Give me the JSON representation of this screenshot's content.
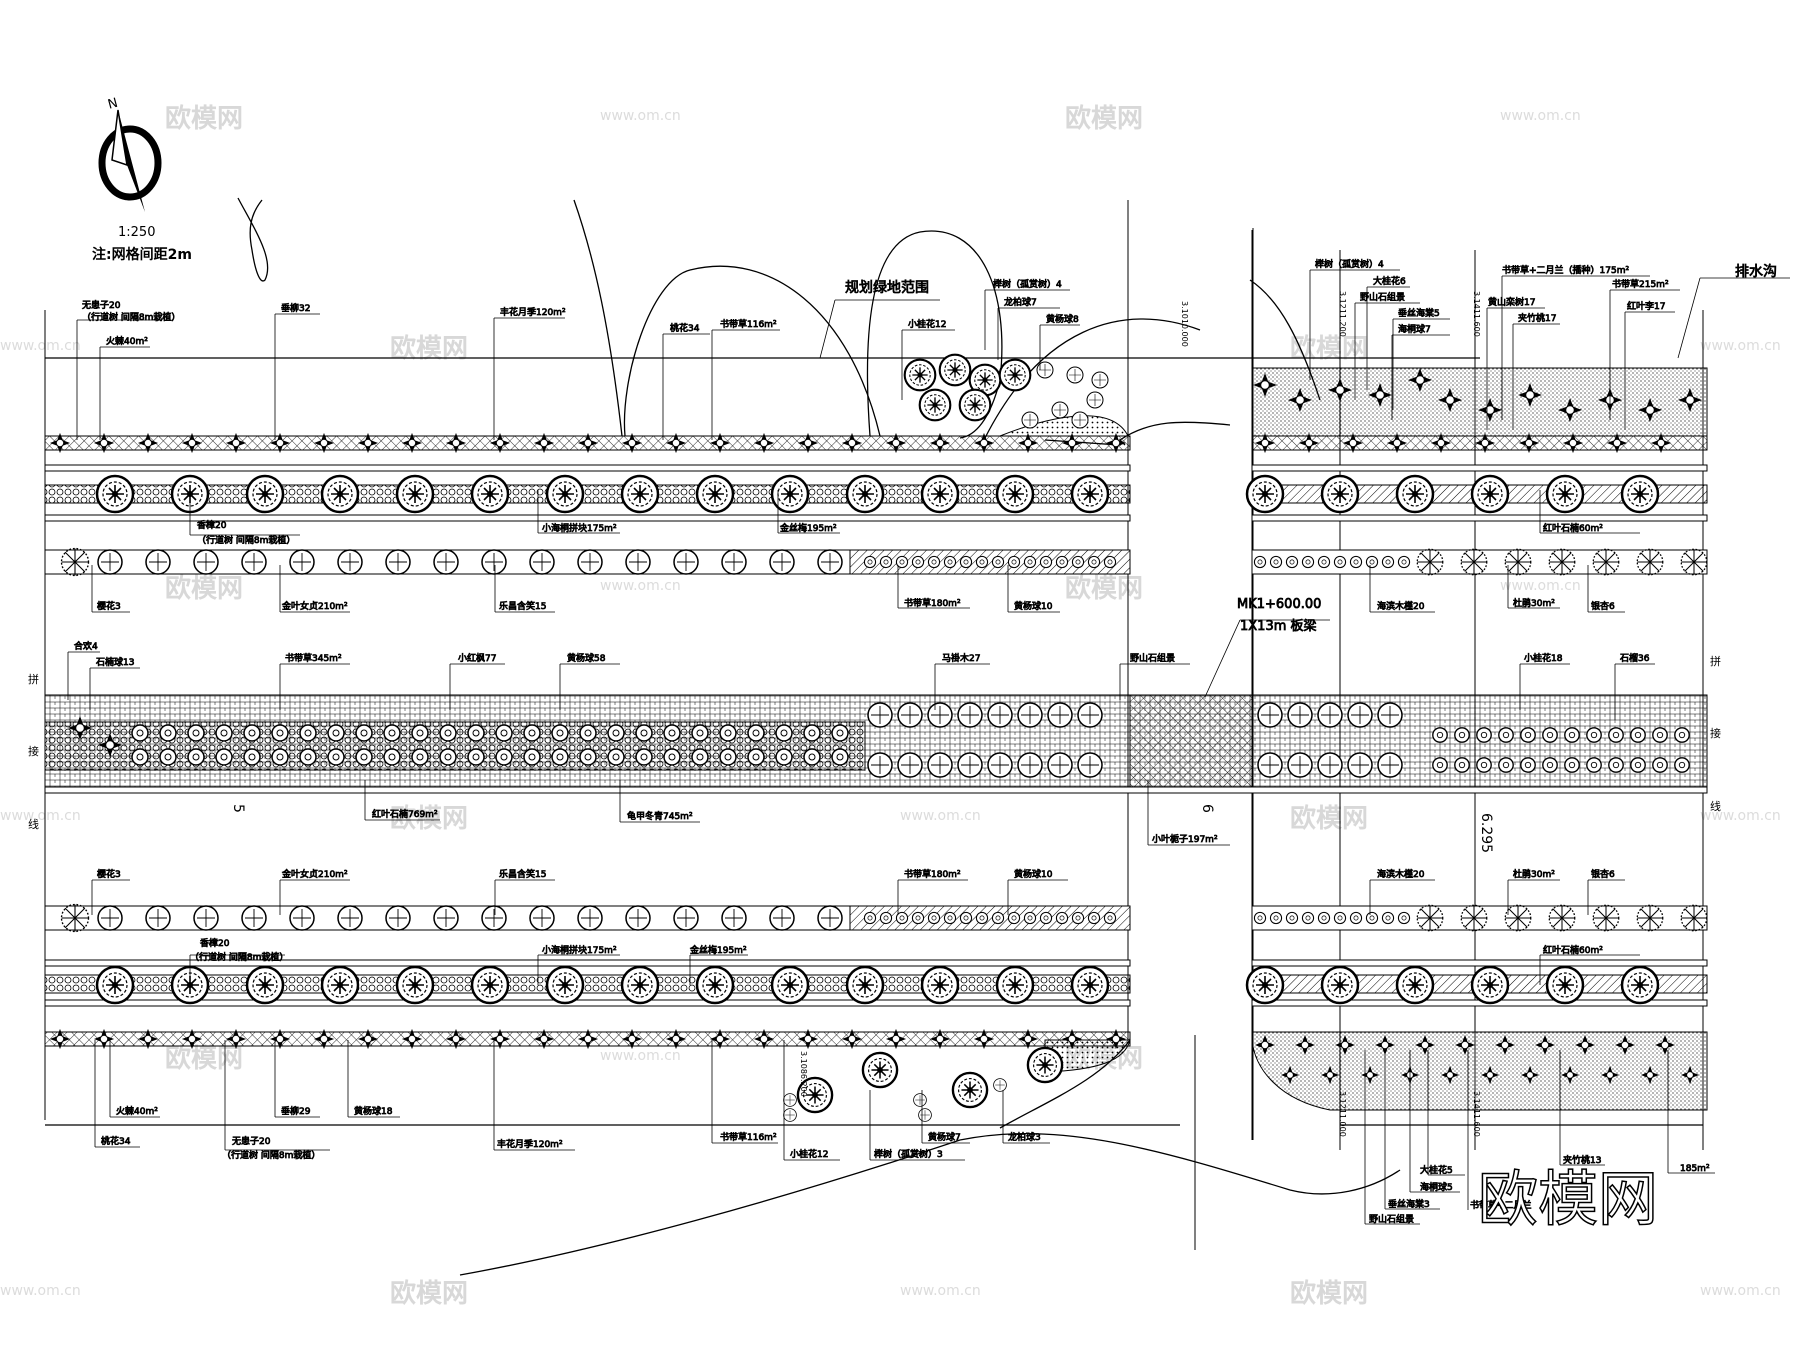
{
  "header": {
    "scale": "1:250",
    "grid_note": "注:网格间距2m",
    "north_letter": "N"
  },
  "watermark": {
    "logo_text": "欧模网",
    "url": "www.om.cn"
  },
  "callouts": {
    "green_boundary": "规划绿地范围",
    "drainage": "排水沟",
    "bridge_station": "MK1+600.00",
    "bridge_type": "1X13m 板梁",
    "tie_left": [
      "拼",
      "接",
      "线"
    ],
    "tie_right": [
      "拼",
      "接",
      "线"
    ],
    "elev_1": "5",
    "elev_2": "6",
    "elev_3": "6.295",
    "dims": [
      "3.1010.000",
      "3.1211.200",
      "3.1411.600",
      "3.1086.200",
      "3.1211.000",
      "3.1411.600"
    ]
  },
  "labels_top": [
    {
      "text": "无患子20"
    },
    {
      "text": "（行道树 间隔8m栽植）"
    },
    {
      "text": "火棘40m²"
    },
    {
      "text": "垂柳32"
    },
    {
      "text": "丰花月季120m²"
    },
    {
      "text": "桃花34"
    },
    {
      "text": "书带草116m²"
    },
    {
      "text": "小桂花12"
    },
    {
      "text": "榉树（孤赏树）4"
    },
    {
      "text": "龙柏球7"
    },
    {
      "text": "黄杨球8"
    },
    {
      "text": "榉树（孤赏树）4"
    },
    {
      "text": "大桂花6"
    },
    {
      "text": "野山石组景"
    },
    {
      "text": "垂丝海棠5"
    },
    {
      "text": "海桐球7"
    },
    {
      "text": "书带草+二月兰（播种）175m²"
    },
    {
      "text": "黄山栾树17"
    },
    {
      "text": "书带草215m²"
    },
    {
      "text": "夹竹桃17"
    },
    {
      "text": "红叶李17"
    }
  ],
  "labels_row2": [
    {
      "text": "香樟20"
    },
    {
      "text": "（行道树 间隔8m栽植）"
    },
    {
      "text": "小海桐拼块175m²"
    },
    {
      "text": "金丝梅195m²"
    },
    {
      "text": "红叶石楠60m²"
    }
  ],
  "labels_row3": [
    {
      "text": "樱花3"
    },
    {
      "text": "金叶女贞210m²"
    },
    {
      "text": "乐昌含笑15"
    },
    {
      "text": "书带草180m²"
    },
    {
      "text": "黄杨球10"
    },
    {
      "text": "海滨木槿20"
    },
    {
      "text": "杜鹃30m²"
    },
    {
      "text": "银杏6"
    }
  ],
  "labels_median": [
    {
      "text": "合欢4"
    },
    {
      "text": "石楠球13"
    },
    {
      "text": "书带草345m²"
    },
    {
      "text": "小红枫77"
    },
    {
      "text": "黄杨球58"
    },
    {
      "text": "马褂木27"
    },
    {
      "text": "野山石组景"
    },
    {
      "text": "小桂花18"
    },
    {
      "text": "石榴36"
    },
    {
      "text": "红叶石楠769m²"
    },
    {
      "text": "龟甲冬青745m²"
    },
    {
      "text": "小叶栀子197m²"
    }
  ],
  "labels_lower": [
    {
      "text": "樱花3"
    },
    {
      "text": "金叶女贞210m²"
    },
    {
      "text": "乐昌含笑15"
    },
    {
      "text": "书带草180m²"
    },
    {
      "text": "黄杨球10"
    },
    {
      "text": "海滨木槿20"
    },
    {
      "text": "杜鹃30m²"
    },
    {
      "text": "银杏6"
    },
    {
      "text": "香樟20"
    },
    {
      "text": "（行道树 间隔8m栽植）"
    },
    {
      "text": "小海桐拼块175m²"
    },
    {
      "text": "金丝梅195m²"
    },
    {
      "text": "红叶石楠60m²"
    }
  ],
  "labels_bottom": [
    {
      "text": "火棘40m²"
    },
    {
      "text": "桃花34"
    },
    {
      "text": "无患子20"
    },
    {
      "text": "（行道树 间隔8m栽植）"
    },
    {
      "text": "垂柳29"
    },
    {
      "text": "黄杨球18"
    },
    {
      "text": "丰花月季120m²"
    },
    {
      "text": "书带草116m²"
    },
    {
      "text": "小桂花12"
    },
    {
      "text": "榉树（孤赏树）3"
    },
    {
      "text": "黄杨球7"
    },
    {
      "text": "龙柏球3"
    },
    {
      "text": "大桂花5"
    },
    {
      "text": "海桐球5"
    },
    {
      "text": "垂丝海棠3"
    },
    {
      "text": "野山石组景"
    },
    {
      "text": "书带草+二月兰"
    },
    {
      "text": "夹竹桃13"
    },
    {
      "text": "185m²"
    }
  ]
}
